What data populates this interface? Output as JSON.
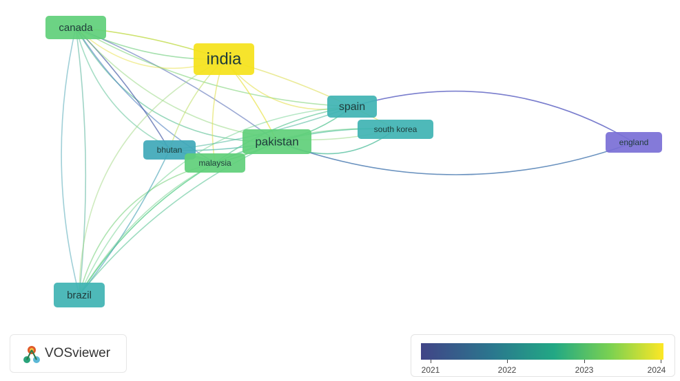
{
  "nodes": [
    {
      "id": "canada",
      "label": "canada",
      "color": "#5fcf7a"
    },
    {
      "id": "india",
      "label": "india",
      "color": "#f5e21a"
    },
    {
      "id": "spain",
      "label": "spain",
      "color": "#3fb3b3"
    },
    {
      "id": "south_korea",
      "label": "south korea",
      "color": "#3fb3b3"
    },
    {
      "id": "pakistan",
      "label": "pakistan",
      "color": "#5fcf7a"
    },
    {
      "id": "bhutan",
      "label": "bhutan",
      "color": "#3fa8b8"
    },
    {
      "id": "malaysia",
      "label": "malaysia",
      "color": "#5fcf7a"
    },
    {
      "id": "england",
      "label": "england",
      "color": "#7a6fd6"
    },
    {
      "id": "brazil",
      "label": "brazil",
      "color": "#3fb3b3"
    }
  ],
  "legend": {
    "years": [
      "2021",
      "2022",
      "2023",
      "2024"
    ]
  },
  "branding": {
    "logo_text": "VOSviewer"
  }
}
